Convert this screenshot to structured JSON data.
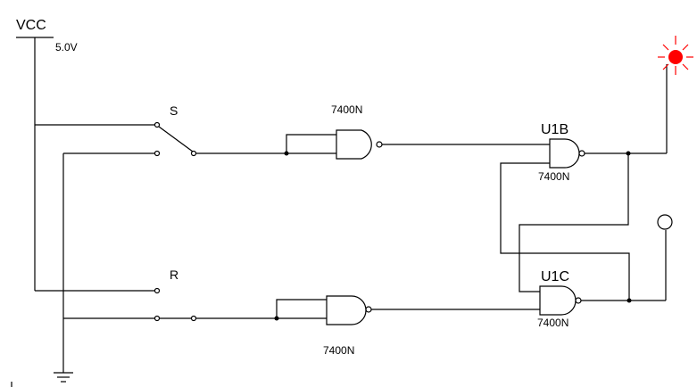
{
  "power": {
    "label": "VCC",
    "voltage": "5.0V"
  },
  "switches": {
    "s_label": "S",
    "r_label": "R"
  },
  "gates": {
    "top_input_part": "7400N",
    "bottom_input_part": "7400N",
    "u1b_ref": "U1B",
    "u1b_part": "7400N",
    "u1c_ref": "U1C",
    "u1c_part": "7400N"
  },
  "indicators": {
    "q_probe_color": "#ff0000",
    "qbar_probe_color": "#ffffff"
  }
}
